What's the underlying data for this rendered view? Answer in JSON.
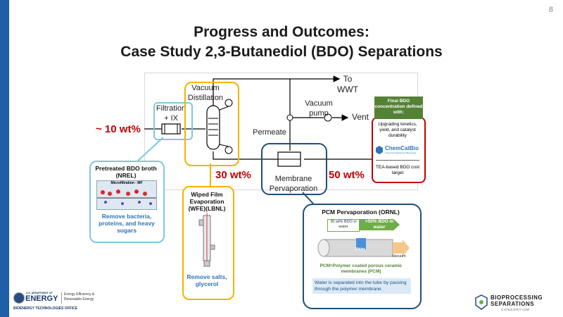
{
  "page_number": "8",
  "title": {
    "line1": "Progress and Outcomes:",
    "line2": "Case Study 2,3-Butanediol (BDO) Separations"
  },
  "diagram": {
    "to_wwt": "To\nWWT",
    "vacuum_distillation": "Vacuum\nDistillation",
    "filtration": "Filtration\n+ IX",
    "vacuum_pump": "Vacuum\npump",
    "vent": "Vent",
    "permeate": "Permeate",
    "membrane": "Membrane\nPervaporation",
    "conc_10": "~ 10 wt%",
    "conc_30": "30 wt%",
    "conc_50": "50 wt%"
  },
  "final_box": {
    "header": "Final BDO concentration defined with:",
    "item1": "Upgrading kinetics, yield, and catalyst durability",
    "logo": "ChemCatBio",
    "logo_sub": "Chemical Catalysis for Bioenergy",
    "item2": "TEA-based BDO cost target"
  },
  "broth_box": {
    "title": "Pretreated BDO broth (NREL)",
    "image_label": "Microfiltration - MF",
    "caption": "Remove bacteria, proteins, and heavy sugars"
  },
  "wfe_box": {
    "title": "Wiped Film Evaporation (WFE)(LBNL)",
    "caption": "Remove salts, glycerol"
  },
  "pcm_box": {
    "title": "PCM Pervaporation (ORNL)",
    "from": "30 wt% BDO in water",
    "to": ">50% BDO in water",
    "water_label": "Water",
    "vacuum_label": "Vacuum",
    "pcm_def": "PCM=Polymer coated porous ceramic membranes (PCM)",
    "note": "Water is separated into the tube by passing through the polymer membrane"
  },
  "footer": {
    "doe_small": "U.S. DEPARTMENT OF",
    "doe_big": "ENERGY",
    "eere": "Energy Efficiency & Renewable Energy",
    "office": "BIOENERGY TECHNOLOGIES OFFICE",
    "bsc_line1": "BIOPROCESSING",
    "bsc_line2": "SEPARATIONS",
    "bsc_line3": "CONSORTIUM"
  },
  "colors": {
    "sidebar": "#1f5fa8",
    "red": "#c00000",
    "blue": "#2e75b6",
    "yellow": "#f0b400",
    "light_blue": "#7ec8e3",
    "navy": "#1f4e79",
    "green": "#70ad47"
  }
}
